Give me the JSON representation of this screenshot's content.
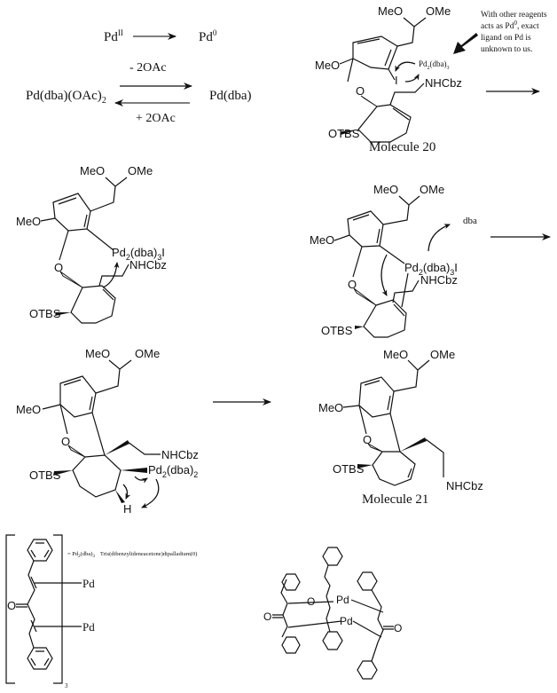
{
  "equilibrium": {
    "pd2": "Pd",
    "pd2_sup": "II",
    "pd0": "Pd",
    "pd0_sup": "0",
    "minus_label": "- 2OAc",
    "plus_label": "+ 2OAc",
    "left_species": "Pd(dba)(OAc)",
    "left_species_sub": "2",
    "right_species": "Pd(dba)"
  },
  "note": {
    "line1": "With other reagents",
    "line2a": "acts as Pd",
    "line2_sup": "0",
    "line2b": ", exact",
    "line3": "ligand on Pd is",
    "line4": "unknown to us."
  },
  "labels": {
    "meo": "MeO",
    "ome": "OMe",
    "o": "O",
    "otbs": "OTBS",
    "nhcbz": "NHCbz",
    "iodo": "I",
    "h": "H",
    "pd": "Pd",
    "dba": "dba",
    "pd2dba3_a": "Pd",
    "pd2dba3_b": "(dba)",
    "sub2": "2",
    "sub3": "3",
    "pd2dba3i_tail": "I",
    "pd2dba2_b": "(dba)",
    "molecule20": "Molecule 20",
    "molecule21": "Molecule 21",
    "bracket_sub": "3",
    "legend_eq": "= Pd",
    "legend_eq_mid": "(dba)",
    "legend_name": "Tris(dibenzylideneacetone)dipalladium(0)"
  }
}
